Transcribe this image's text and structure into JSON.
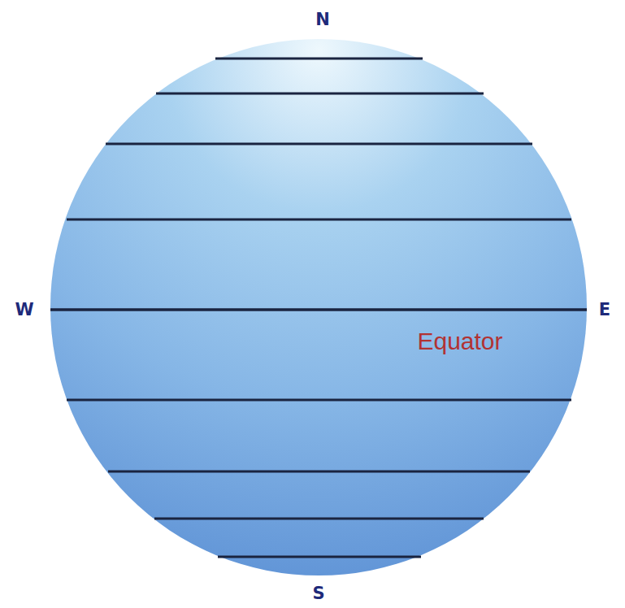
{
  "diagram": {
    "labels": [
      "N",
      "W",
      "E",
      "S",
      "Equator"
    ]
  }
}
